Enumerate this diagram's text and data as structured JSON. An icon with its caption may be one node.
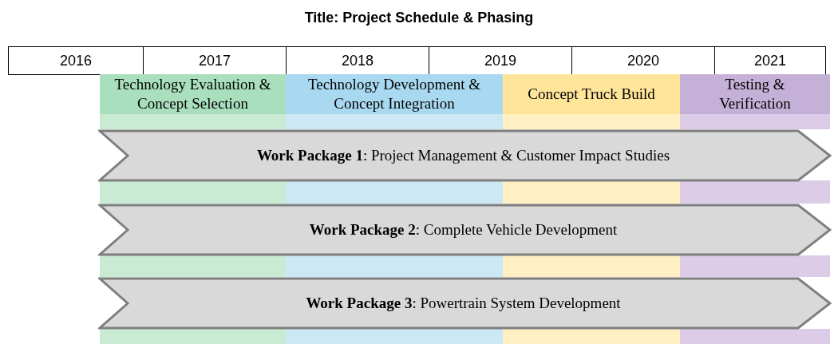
{
  "diagram": {
    "title": "Title: Project Schedule & Phasing",
    "nodes": [
      {
        "text": [
          "2016"
        ]
      },
      {
        "text": [
          "2017"
        ]
      },
      {
        "text": [
          "2018"
        ]
      },
      {
        "text": [
          "2019"
        ]
      },
      {
        "text": [
          "2020"
        ]
      },
      {
        "text": [
          "2021"
        ]
      },
      {
        "text": [
          "Technology Evaluation & Concept Selection"
        ]
      },
      {
        "text": [
          "Technology Development & Concept Integration"
        ]
      },
      {
        "text": [
          "Concept Truck Build"
        ]
      },
      {
        "text": [
          "Testing & Verification"
        ]
      },
      {
        "text": [
          "**Work Package 1**: Project Management & Customer Impact Studies"
        ]
      },
      {
        "text": [
          "**Work Package 2**: Complete Vehicle Development"
        ]
      },
      {
        "text": [
          "**Work Package 3**: Powertrain System Development"
        ]
      }
    ],
    "edges": []
  }
}
